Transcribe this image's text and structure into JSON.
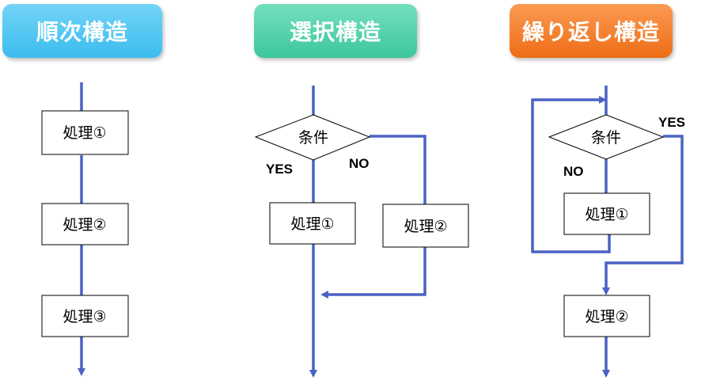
{
  "headers": {
    "sequential": "順次構造",
    "selection": "選択構造",
    "iteration": "繰り返し構造"
  },
  "colors": {
    "sequential": "#3bbcee",
    "selection": "#3dc79c",
    "iteration": "#ee6d16",
    "flow_line": "#4a62c4"
  },
  "sequential": {
    "steps": [
      "処理①",
      "処理②",
      "処理③"
    ]
  },
  "selection": {
    "condition": "条件",
    "yes_label": "YES",
    "no_label": "NO",
    "yes_step": "処理①",
    "no_step": "処理②"
  },
  "iteration": {
    "condition": "条件",
    "yes_label": "YES",
    "no_label": "NO",
    "loop_step": "処理①",
    "after_step": "処理②"
  }
}
